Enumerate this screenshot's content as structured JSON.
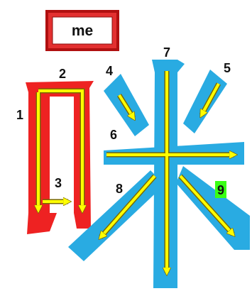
{
  "title": {
    "text": "me"
  },
  "stroke_numbers": [
    "1",
    "2",
    "3",
    "4",
    "5",
    "6",
    "7",
    "8",
    "9"
  ],
  "colors": {
    "left_radical": "#ee2222",
    "right_character": "#29abe2",
    "stroke_arrows": "#ffff00",
    "arrow_outline": "#7a6a00",
    "title_frame": "#d42020",
    "highlight": "#39ff14"
  },
  "icons": {
    "stroke-arrow": "arrow-icon"
  }
}
